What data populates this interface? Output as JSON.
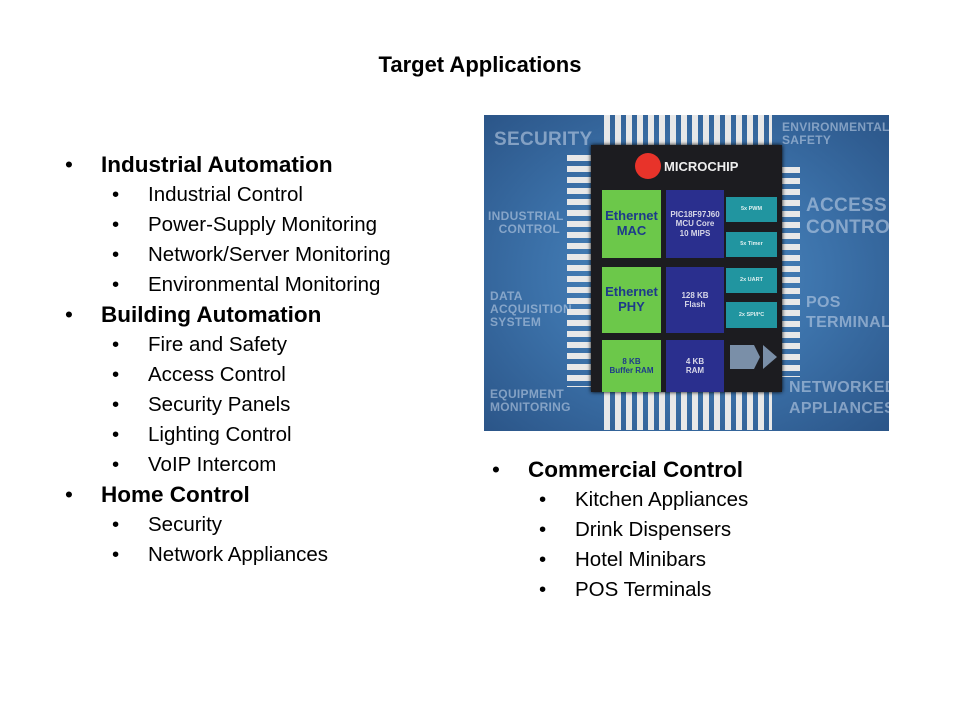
{
  "title": "Target Applications",
  "left_list": [
    {
      "label": "Industrial Automation",
      "items": [
        "Industrial Control",
        "Power-Supply Monitoring",
        "Network/Server Monitoring",
        "Environmental Monitoring"
      ]
    },
    {
      "label": "Building Automation",
      "items": [
        "Fire and Safety",
        "Access Control",
        "Security Panels",
        "Lighting Control",
        "VoIP Intercom"
      ]
    },
    {
      "label": "Home Control",
      "items": [
        "Security",
        "Network Appliances"
      ]
    }
  ],
  "right_list": [
    {
      "label": "Commercial Control",
      "items": [
        "Kitchen Appliances",
        "Drink Dispensers",
        "Hotel Minibars",
        "POS Terminals"
      ]
    }
  ],
  "image": {
    "logo": "MICROCHIP",
    "bg_labels": {
      "security": "SECURITY",
      "environmental": "ENVIRONMENTAL\nSAFETY",
      "industrial": "INDUSTRIAL\nCONTROL",
      "access": "ACCESS\nCONTROL",
      "data": "DATA\nACQUISITION\nSYSTEM",
      "pos": "POS\nTERMINALS",
      "equipment": "EQUIPMENT\nMONITORING",
      "networked": "NETWORKED\nAPPLIANCES"
    },
    "blocks": {
      "mac": "Ethernet\nMAC",
      "phy": "Ethernet\nPHY",
      "buffer": "8 KB\nBuffer RAM",
      "core": "PIC18F97J60\nMCU Core\n10 MIPS",
      "flash": "128 KB\nFlash",
      "ram": "4 KB\nRAM",
      "pwm": "5x PWM",
      "timer": "5x Timer",
      "uart": "2x UART",
      "spi": "2x SPI/I²C"
    }
  }
}
